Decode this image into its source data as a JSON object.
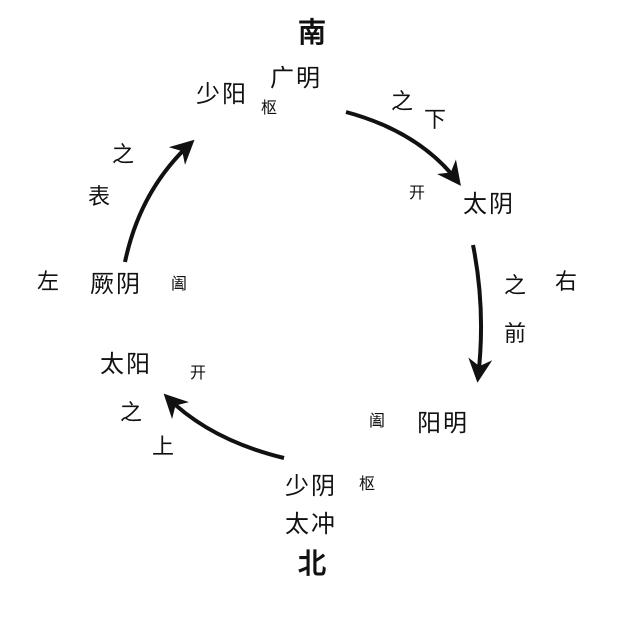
{
  "directions": {
    "south": "南",
    "north": "北"
  },
  "nodes": {
    "shaoyang": {
      "name": "少阳",
      "role": "枢",
      "alias": "广明"
    },
    "taiyin": {
      "name": "太阴",
      "role": "开"
    },
    "yangming": {
      "name": "阳明",
      "role": "阖"
    },
    "shaoyin": {
      "name": "少阴",
      "role": "枢",
      "alias": "太冲"
    },
    "taiyang": {
      "name": "太阳",
      "role": "开"
    },
    "jueyin": {
      "name": "厥阴",
      "role": "阖"
    }
  },
  "relations": {
    "below": {
      "zhi": "之",
      "word": "下"
    },
    "right": {
      "zhi": "之",
      "word": "右",
      "after": "前"
    },
    "above": {
      "zhi": "之",
      "word": "上"
    },
    "left": {
      "word": "左",
      "zhi": "之",
      "after": "表"
    }
  },
  "colors": {
    "ink": "#111111",
    "background": "#ffffff"
  }
}
